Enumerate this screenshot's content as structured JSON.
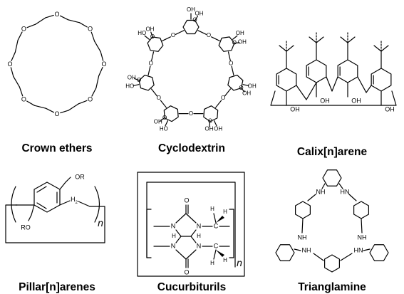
{
  "panels": {
    "crown": {
      "caption": "Crown ethers",
      "oxygen_label": "O",
      "oxygen_count": 8
    },
    "cyclodextrin": {
      "caption": "Cyclodextrin",
      "oh_label": "OH",
      "ho_label": "HO",
      "oxygen_label": "O"
    },
    "calix": {
      "caption": "Calix[n]arene",
      "oh_label": "OH"
    },
    "pillar": {
      "caption": "Pillar[n]arenes",
      "or_top": "OR",
      "or_bottom": "RO",
      "ch2_label": "H",
      "ch2_subscript": "2",
      "n_label": "n"
    },
    "cucurbituril": {
      "caption": "Cucurbiturils",
      "oxygen_label": "O",
      "nitrogen_label": "N",
      "hydrogen_label": "H",
      "carbon_label": "C",
      "n_label": "n"
    },
    "trianglamine": {
      "caption": "Trianglamine",
      "nh_label": "NH",
      "hn_label": "HN"
    }
  }
}
